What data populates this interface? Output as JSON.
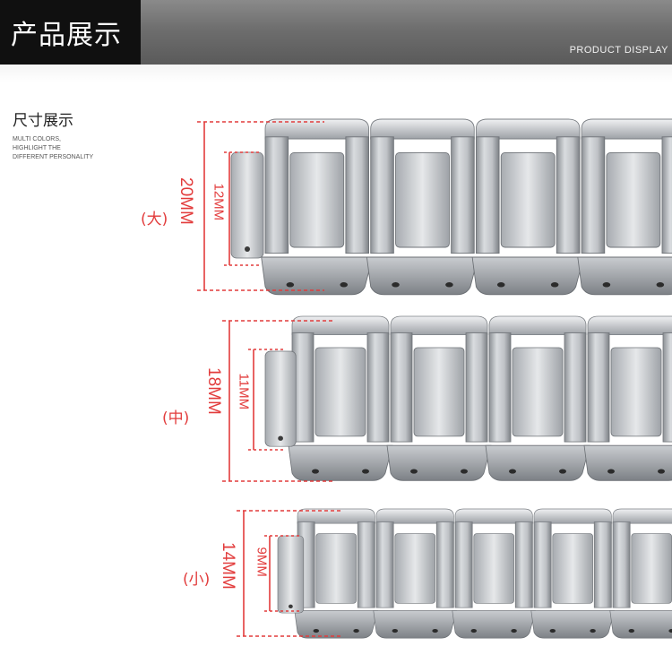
{
  "header": {
    "title": "产品展示",
    "subtitle": "PRODUCT DISPLAY"
  },
  "section": {
    "title": "尺寸展示",
    "description": [
      "MULTI COLORS,",
      "HIGHLIGHT THE",
      "DIFFERENT PERSONALITY"
    ]
  },
  "sizes": {
    "large": {
      "label": "(大)",
      "outer": "20MM",
      "inner": "12MM"
    },
    "medium": {
      "label": "(中)",
      "outer": "18MM",
      "inner": "11MM"
    },
    "small": {
      "label": "(小)",
      "outer": "14MM",
      "inner": "9MM"
    }
  },
  "colors": {
    "accent": "#e23c3c",
    "steel": "#b9bcc0",
    "header_dark": "#101010"
  }
}
